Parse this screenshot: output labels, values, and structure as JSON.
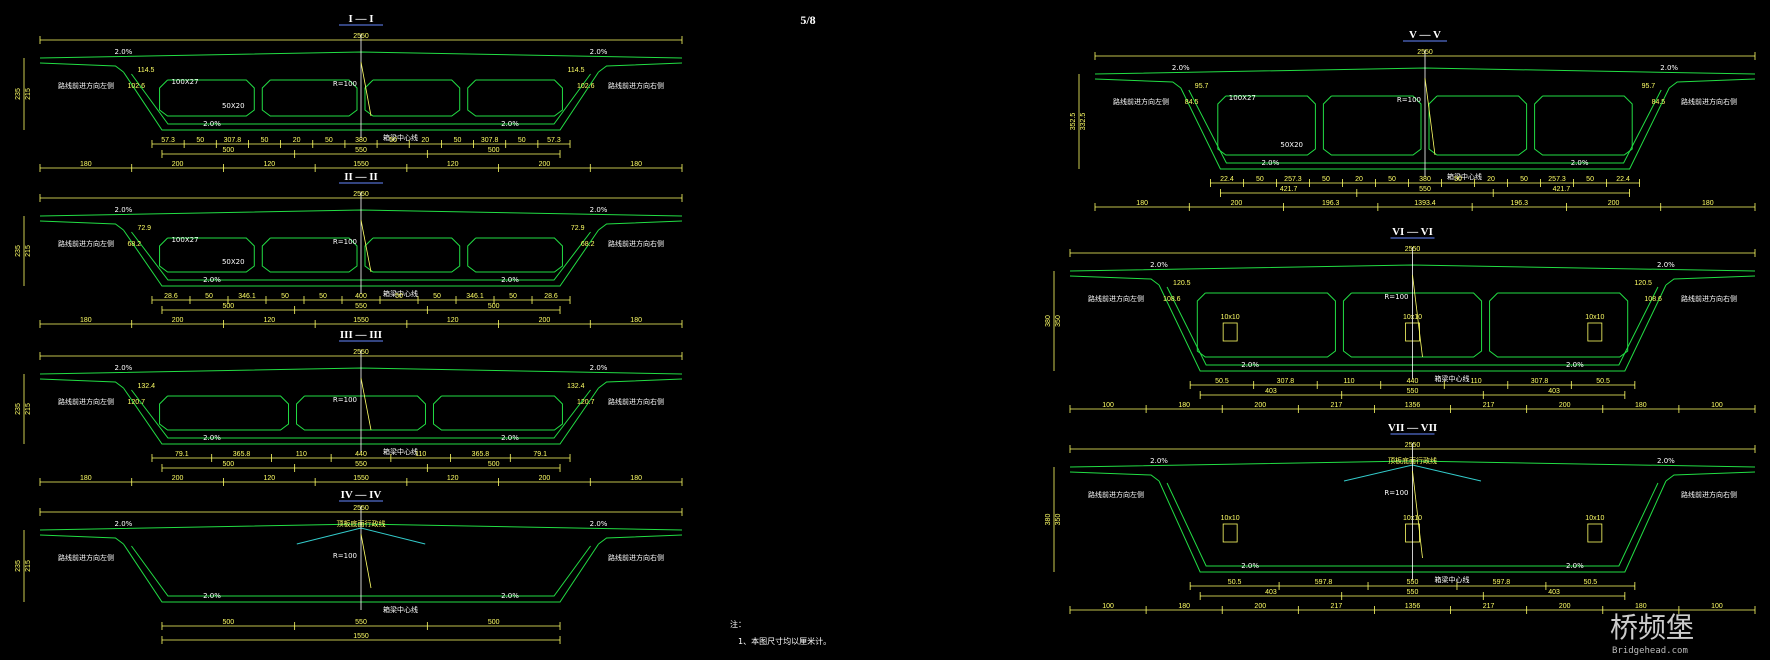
{
  "page_number": "5/8",
  "colors": {
    "outline": "#22dd44",
    "dimension": "#ffff66",
    "centerline": "#ffffff",
    "axis": "#c03030",
    "top_line": "#33cccc",
    "background": "#000000"
  },
  "common_labels": {
    "left_dir": "路线前进方向左侧",
    "right_dir": "路线前进方向右侧",
    "center": "箱梁中心线",
    "slope": "2.0%",
    "radius": "R=100",
    "total_width": "2550",
    "top_ref": "顶板底面行政线"
  },
  "sections": [
    {
      "id": "s1",
      "title": "I — I",
      "texts": {
        "chamfer": "100X27",
        "chamfer2": "50X20",
        "w1": "114.5",
        "w2": "102.6",
        "h1": "235",
        "h2": "215"
      },
      "bottom_row": [
        "57.3",
        "50",
        "307.8",
        "50",
        "20",
        "50",
        "380",
        "50",
        "20",
        "50",
        "307.8",
        "50",
        "57.3"
      ],
      "row2": [
        "500",
        "550",
        "500"
      ],
      "row3": [
        "180",
        "200",
        "120",
        "1550",
        "120",
        "200",
        "180"
      ]
    },
    {
      "id": "s2",
      "title": "II — II",
      "texts": {
        "chamfer": "100X27",
        "chamfer2": "50X20",
        "w1": "72.9",
        "w2": "68.2",
        "h1": "235",
        "h2": "215"
      },
      "bottom_row": [
        "28.6",
        "50",
        "346.1",
        "50",
        "50",
        "400",
        "50",
        "50",
        "346.1",
        "50",
        "28.6"
      ],
      "row2": [
        "500",
        "550",
        "500"
      ],
      "row3": [
        "180",
        "200",
        "120",
        "1550",
        "120",
        "200",
        "180"
      ]
    },
    {
      "id": "s3",
      "title": "III — III",
      "texts": {
        "w1": "132.4",
        "w2": "120.7",
        "h1": "235",
        "h2": "215"
      },
      "bottom_row": [
        "79.1",
        "365.8",
        "110",
        "440",
        "110",
        "365.8",
        "79.1"
      ],
      "row2": [
        "500",
        "550",
        "500"
      ],
      "row3": [
        "180",
        "200",
        "120",
        "1550",
        "120",
        "200",
        "180"
      ]
    },
    {
      "id": "s4",
      "title": "IV — IV",
      "texts": {
        "h1": "235",
        "h2": "215"
      },
      "bottom_row": [],
      "row2": [
        "500",
        "550",
        "500"
      ],
      "row3": [
        "1550"
      ]
    },
    {
      "id": "s5",
      "title": "V — V",
      "texts": {
        "chamfer": "100X27",
        "chamfer2": "50X20",
        "w1": "95.7",
        "w2": "84.5",
        "h1": "352.5",
        "h2": "332.5"
      },
      "bottom_row": [
        "22.4",
        "50",
        "257.3",
        "50",
        "20",
        "50",
        "380",
        "50",
        "20",
        "50",
        "257.3",
        "50",
        "22.4"
      ],
      "row2": [
        "421.7",
        "550",
        "421.7"
      ],
      "row3": [
        "180",
        "200",
        "196.3",
        "1393.4",
        "196.3",
        "200",
        "180"
      ]
    },
    {
      "id": "s6",
      "title": "VI — VI",
      "texts": {
        "w1": "120.5",
        "w2": "108.6",
        "h1": "380",
        "h2": "350",
        "box": "10x10"
      },
      "bottom_row": [
        "50.5",
        "307.8",
        "110",
        "440",
        "110",
        "307.8",
        "50.5"
      ],
      "row2": [
        "403",
        "550",
        "403"
      ],
      "row3": [
        "100",
        "180",
        "200",
        "217",
        "1356",
        "217",
        "200",
        "180",
        "100"
      ]
    },
    {
      "id": "s7",
      "title": "VII — VII",
      "texts": {
        "h1": "380",
        "h2": "350",
        "box": "10x10"
      },
      "bottom_row": [
        "50.5",
        "597.8",
        "550",
        "597.8",
        "50.5"
      ],
      "row2": [
        "403",
        "550",
        "403"
      ],
      "row3": [
        "100",
        "180",
        "200",
        "217",
        "1356",
        "217",
        "200",
        "180",
        "100"
      ]
    }
  ],
  "note": {
    "heading": "注：",
    "line1": "1、本图尺寸均以厘米计。"
  },
  "watermark": {
    "cn": "桥频堡",
    "en": "Bridgehead.com"
  }
}
